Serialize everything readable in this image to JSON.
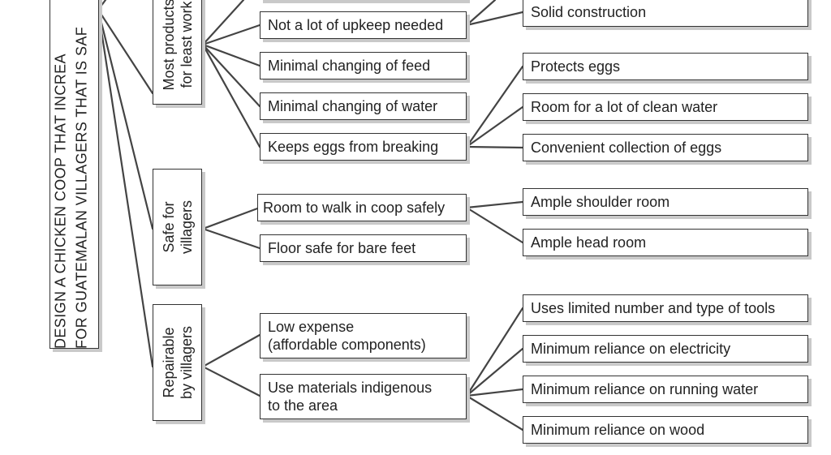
{
  "root": {
    "line1": "DESIGN A CHICKEN COOP THAT INCREA",
    "line2": "FOR GUATEMALAN VILLAGERS THAT IS SAF"
  },
  "level1": {
    "productive": "Most products\nfor least work",
    "safe": "Safe for\nvillagers",
    "repairable": "Repairable\nby villagers"
  },
  "level2": {
    "upkeep": "Not a lot of upkeep needed",
    "feed": "Minimal changing of feed",
    "water": "Minimal changing of water",
    "eggs": "Keeps eggs from breaking",
    "walk": "Room to walk in coop safely",
    "floor": "Floor safe for bare feet",
    "expense": "Low expense\n(affordable components)",
    "materials": "Use materials indigenous\nto the area"
  },
  "level3": {
    "solid": "Solid construction",
    "protects": "Protects eggs",
    "clean_water": "Room for a lot of clean water",
    "collection": "Convenient collection of eggs",
    "shoulder": "Ample shoulder room",
    "head": "Ample head room",
    "tools": "Uses limited number and type of tools",
    "electricity": "Minimum reliance on electricity",
    "running_water": "Minimum reliance on running water",
    "wood": "Minimum reliance on wood"
  }
}
